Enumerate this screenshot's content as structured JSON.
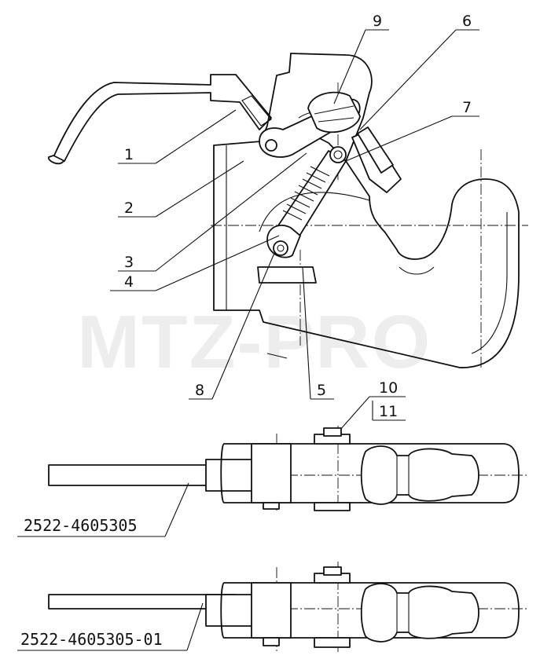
{
  "watermark": "MTZ-PRO",
  "callouts": [
    {
      "id": "c1",
      "text": "1"
    },
    {
      "id": "c2",
      "text": "2"
    },
    {
      "id": "c3",
      "text": "3"
    },
    {
      "id": "c4",
      "text": "4"
    },
    {
      "id": "c5",
      "text": "5"
    },
    {
      "id": "c6",
      "text": "6"
    },
    {
      "id": "c7",
      "text": "7"
    },
    {
      "id": "c8",
      "text": "8"
    },
    {
      "id": "c9",
      "text": "9"
    },
    {
      "id": "c10",
      "text": "10"
    },
    {
      "id": "c11",
      "text": "11"
    }
  ],
  "part_numbers": {
    "variant_a": "2522-4605305",
    "variant_b": "2522-4605305-01"
  }
}
